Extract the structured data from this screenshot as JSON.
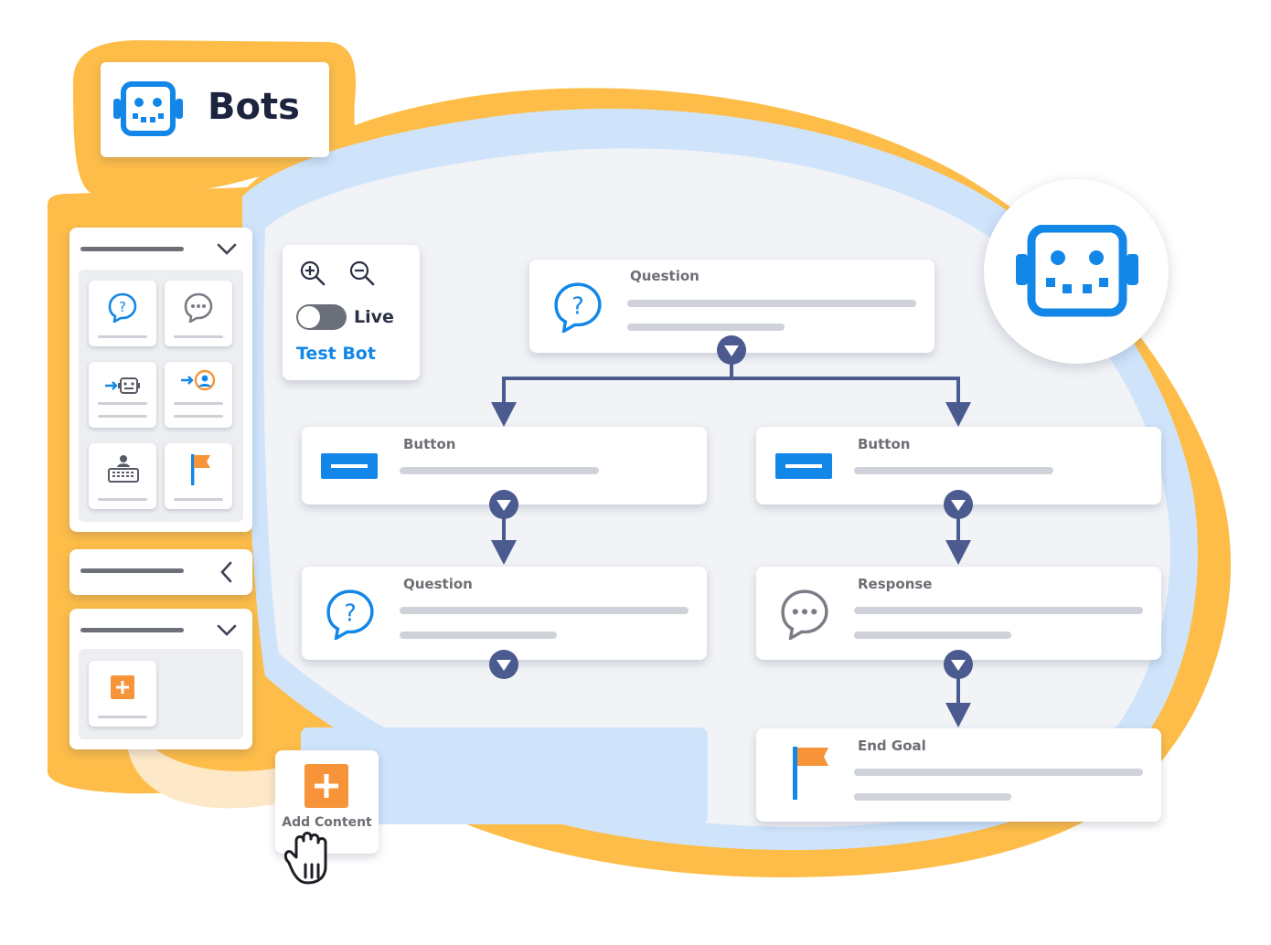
{
  "header": {
    "title": "Bots",
    "icon": "robot-icon"
  },
  "controls": {
    "zoom_in_icon": "zoom-in-icon",
    "zoom_out_icon": "zoom-out-icon",
    "live_label": "Live",
    "live_on": false,
    "test_bot_label": "Test Bot"
  },
  "nodes": {
    "question_top": {
      "label": "Question",
      "icon": "question-bubble-icon"
    },
    "button_left": {
      "label": "Button",
      "icon": "button-icon"
    },
    "button_right": {
      "label": "Button",
      "icon": "button-icon"
    },
    "question_left": {
      "label": "Question",
      "icon": "question-bubble-icon"
    },
    "response_right": {
      "label": "Response",
      "icon": "chat-bubble-icon"
    },
    "end_goal": {
      "label": "End Goal",
      "icon": "flag-icon"
    }
  },
  "add_content": {
    "label": "Add Content",
    "icon": "plus-icon",
    "cursor_icon": "hand-cursor-icon"
  },
  "palette": {
    "tiles": [
      "question-bubble-icon",
      "chat-bubble-icon",
      "transfer-bot-icon",
      "transfer-agent-icon",
      "keyboard-input-icon",
      "flag-icon"
    ],
    "extra_tile": "plus-icon"
  },
  "colors": {
    "brand_blue": "#1287e8",
    "accent_orange": "#f7943a",
    "frame_yellow": "#fdbd48",
    "connector": "#4b5a8f",
    "light_blue": "#cfe4fb"
  }
}
